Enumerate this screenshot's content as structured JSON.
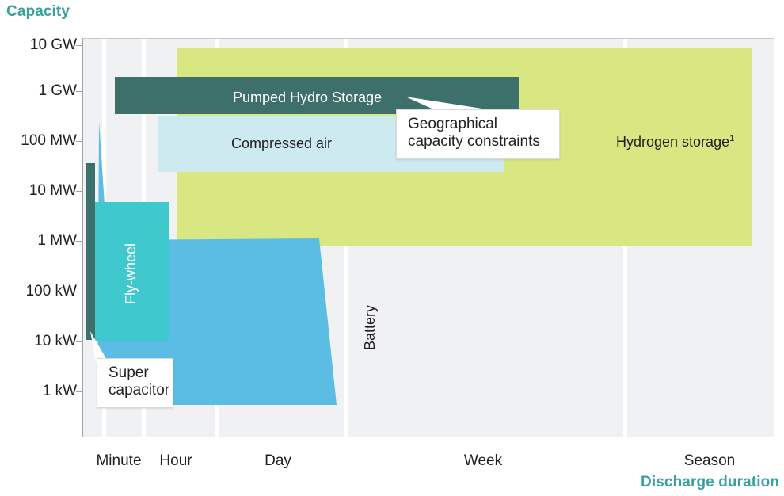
{
  "axes": {
    "y_title": "Capacity",
    "x_title": "Discharge duration",
    "y_ticks": [
      "10 GW",
      "1 GW",
      "100 MW",
      "10 MW",
      "1 MW",
      "100 kW",
      "10 kW",
      "1 kW"
    ],
    "x_ticks": [
      "Minute",
      "Hour",
      "Day",
      "Week",
      "Season"
    ]
  },
  "colors": {
    "accent_teal": "#39a0a0",
    "pumped_hydro": "#3d706a",
    "compressed_air": "#cdeaf0",
    "hydrogen": "#d8e781",
    "battery": "#5bbde4",
    "flywheel": "#3fc8ce",
    "supercapacitor": "#3d706a",
    "plot_background": "#f0f1f2",
    "gridline": "#ffffff"
  },
  "regions": [
    {
      "key": "pumped_hydro",
      "label": "Pumped Hydro Storage",
      "label_color": "#ffffff"
    },
    {
      "key": "compressed_air",
      "label": "Compressed air",
      "label_color": "#231f20"
    },
    {
      "key": "hydrogen",
      "label": "Hydrogen storage",
      "label_color": "#231f20",
      "footnote": "1"
    },
    {
      "key": "battery",
      "label": "Battery",
      "label_color": "#231f20"
    },
    {
      "key": "flywheel",
      "label": "Fly-wheel",
      "label_color": "#ffffff"
    },
    {
      "key": "supercapacitor",
      "label": "Super capacitor",
      "label_color": "#231f20"
    }
  ],
  "callouts": [
    {
      "key": "geographical",
      "line1": "Geographical",
      "line2": "capacity constraints"
    },
    {
      "key": "supercapacitor",
      "line1": "Super",
      "line2": "capacitor"
    }
  ],
  "chart_data": {
    "type": "area",
    "title": "",
    "xlabel": "Discharge duration",
    "ylabel": "Capacity",
    "x_tick_labels": [
      "Minute",
      "Hour",
      "Day",
      "Week",
      "Season"
    ],
    "y_tick_labels": [
      "1 kW",
      "10 kW",
      "100 kW",
      "1 MW",
      "10 MW",
      "100 MW",
      "1 GW",
      "10 GW"
    ],
    "ylim": [
      "1 kW",
      "10 GW"
    ],
    "grid": "vertical",
    "legend": "none",
    "series": [
      {
        "name": "Pumped Hydro Storage",
        "color": "#3d706a",
        "x_range": [
          "Hour",
          "Week"
        ],
        "capacity_range": [
          "100 MW",
          "3 GW"
        ]
      },
      {
        "name": "Compressed air",
        "color": "#cdeaf0",
        "x_range": [
          "Hour",
          "Week"
        ],
        "capacity_range": [
          "20 MW",
          "300 MW"
        ]
      },
      {
        "name": "Hydrogen storage",
        "footnote": "1",
        "color": "#d8e781",
        "x_range": [
          "Hour",
          "Season"
        ],
        "capacity_range": [
          "1 MW",
          "6 GW"
        ]
      },
      {
        "name": "Battery",
        "color": "#5bbde4",
        "x_range": [
          "Minute",
          "Day"
        ],
        "capacity_range": [
          "500 W",
          "200 MW"
        ]
      },
      {
        "name": "Fly-wheel",
        "color": "#3fc8ce",
        "x_range": [
          "Minute",
          "Hour"
        ],
        "capacity_range": [
          "10 kW",
          "8 MW"
        ]
      },
      {
        "name": "Super capacitor",
        "color": "#3d706a",
        "x_range": [
          "Second",
          "Minute"
        ],
        "capacity_range": [
          "10 kW",
          "30 MW"
        ]
      }
    ],
    "annotations": [
      {
        "text": "Geographical capacity constraints",
        "points_to": "Pumped Hydro Storage"
      },
      {
        "text": "Super capacitor",
        "points_to": "Super capacitor"
      }
    ]
  }
}
